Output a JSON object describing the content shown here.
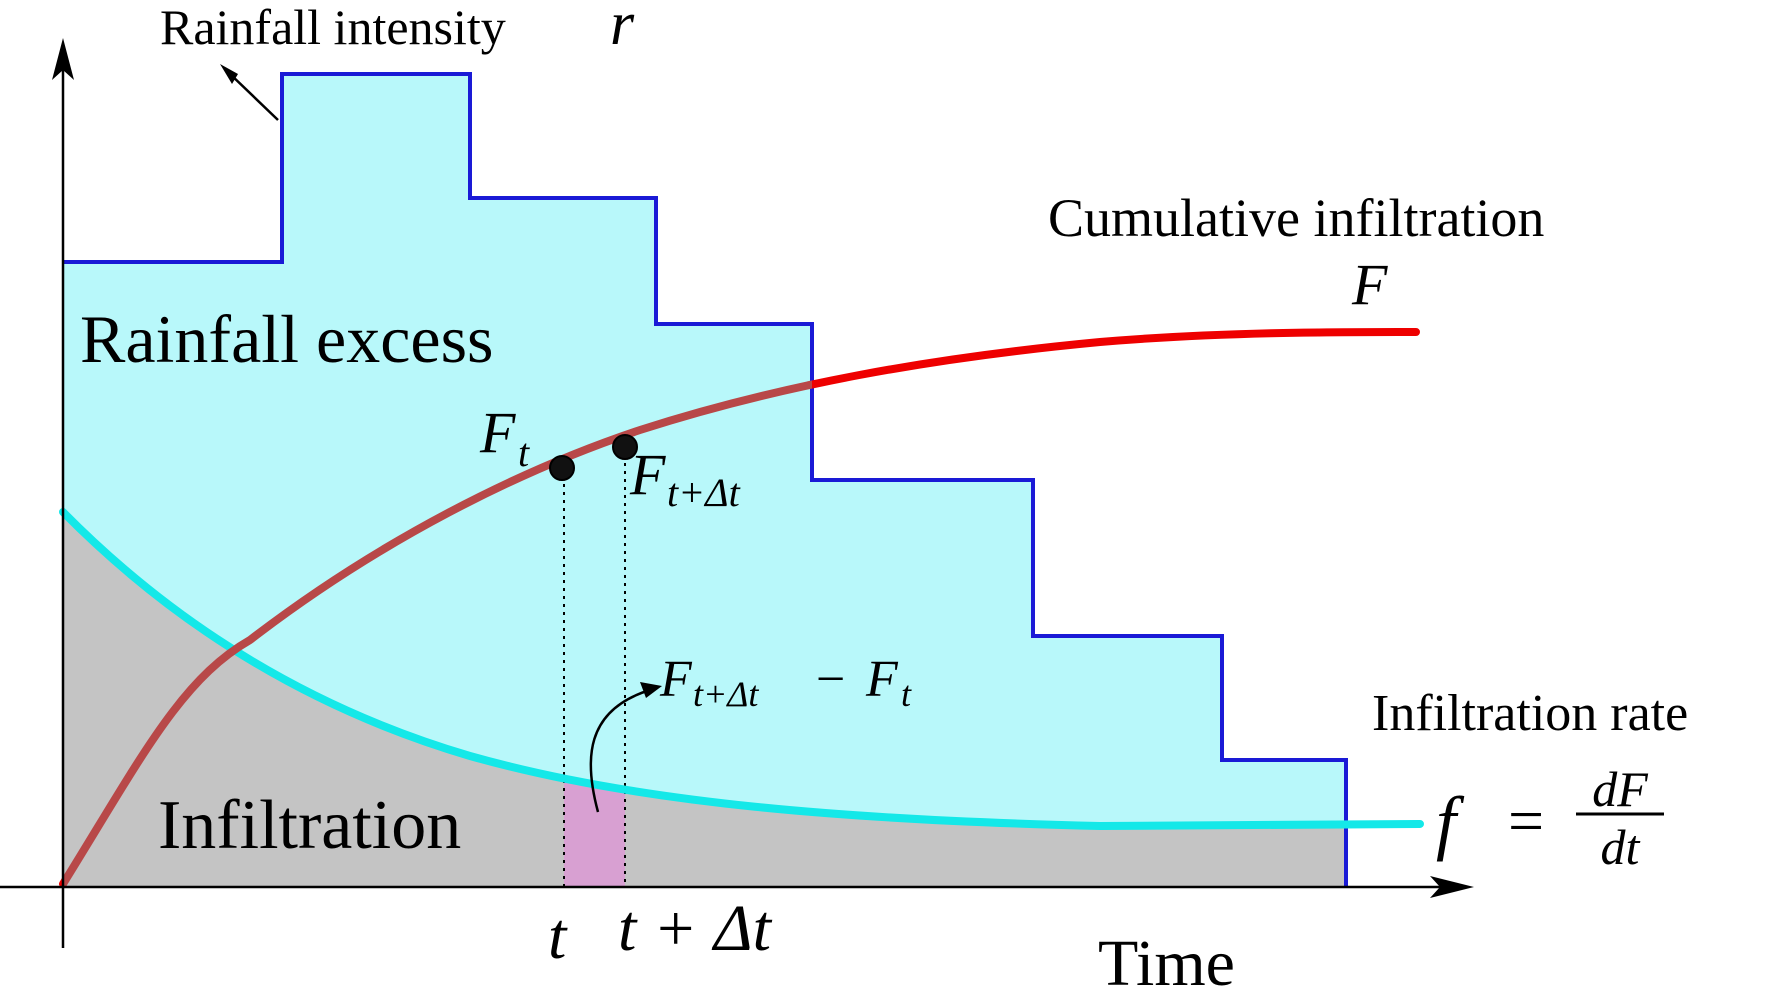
{
  "labels": {
    "rainfall_intensity": "Rainfall intensity",
    "rainfall_intensity_symbol": "r",
    "rainfall_excess": "Rainfall excess",
    "cumulative_infiltration": "Cumulative infiltration",
    "cumulative_symbol": "F",
    "infiltration_rate": "Infiltration rate",
    "rate_f": "f",
    "rate_eq": "=",
    "rate_num": "dF",
    "rate_den": "dt",
    "infiltration": "Infiltration",
    "time_axis": "Time",
    "F_main": "F",
    "F_t_sub": "t",
    "F_tdt_sub": "t+Δt",
    "diff_F1": "F",
    "diff_F1_sub": "t+Δt",
    "diff_minus": "−",
    "diff_F2": "F",
    "diff_F2_sub": "t",
    "tick_t": "t",
    "tick_tdt": "t + Δt"
  },
  "colors": {
    "hyetograph_fill": "#b8f8fa",
    "hyetograph_line": "#1a1ad6",
    "infiltration_fill": "#c4c4c4",
    "rate_curve": "#14e8e8",
    "cumulative_curve": "#ee0000",
    "cumulative_inside": "#b84848",
    "interval_fill": "#d8a0d2"
  }
}
